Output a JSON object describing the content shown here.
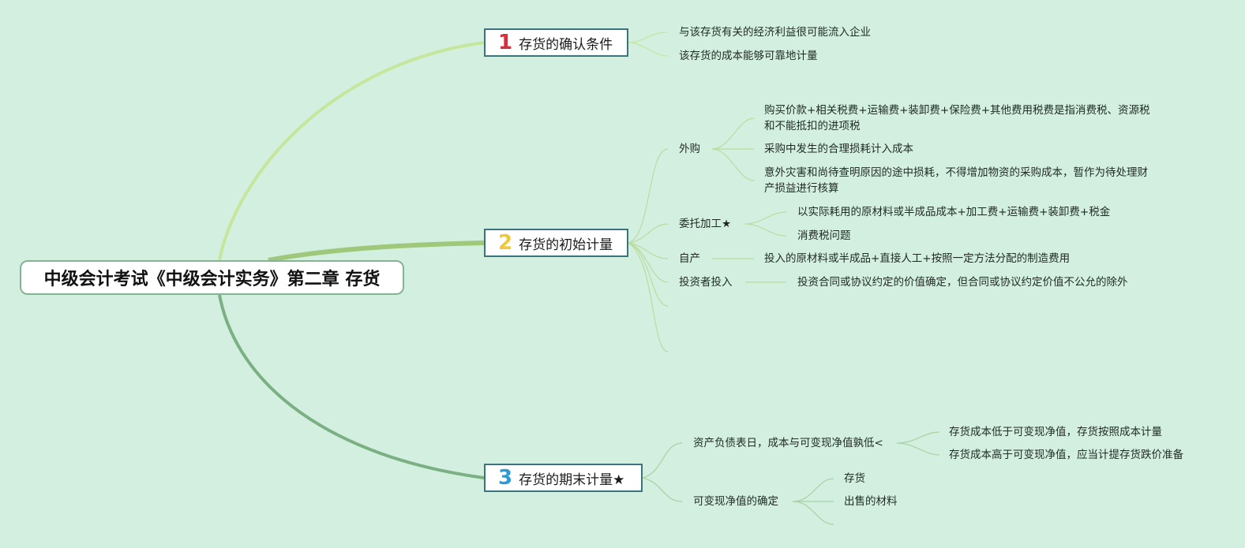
{
  "root": {
    "label": "中级会计考试《中级会计实务》第二章 存货"
  },
  "colors": {
    "background": "#d3efe0",
    "branch1_line": "#c5e69b",
    "branch2_line": "#9fc87a",
    "branch3_line": "#7bb083",
    "num1": "#d32f3e",
    "num2": "#f0c63c",
    "num3": "#2e9bd4",
    "branch_border": "#3b7481"
  },
  "branches": [
    {
      "num": "1",
      "label": "存货的确认条件",
      "children": [
        "与该存货有关的经济利益很可能流入企业",
        "该存货的成本能够可靠地计量"
      ]
    },
    {
      "num": "2",
      "label": "存货的初始计量",
      "children": [
        {
          "label": "外购",
          "children": [
            "购买价款+相关税费+运输费+装卸费+保险费+其他费用税费是指消费税、资源税和不能抵扣的进项税",
            "采购中发生的合理损耗计入成本",
            "意外灾害和尚待查明原因的途中损耗，不得增加物资的采购成本，暂作为待处理财产损益进行核算"
          ]
        },
        {
          "label": "委托加工★",
          "children": [
            "以实际耗用的原材料或半成品成本+加工费+运输费+装卸费+税金",
            "消费税问题"
          ]
        },
        {
          "label": "自产",
          "children": [
            "投入的原材料或半成品+直接人工+按照一定方法分配的制造费用"
          ]
        },
        {
          "label": "投资者投入",
          "children": [
            "投资合同或协议约定的价值确定，但合同或协议约定价值不公允的除外"
          ]
        }
      ]
    },
    {
      "num": "3",
      "label": "存货的期末计量★",
      "children": [
        {
          "label": "资产负债表日，成本与可变现净值孰低<",
          "children": [
            "存货成本低于可变现净值，存货按照成本计量",
            "存货成本高于可变现净值，应当计提存货跌价准备"
          ]
        },
        {
          "label": "可变现净值的确定",
          "children": [
            "存货",
            "出售的材料"
          ]
        }
      ]
    }
  ]
}
